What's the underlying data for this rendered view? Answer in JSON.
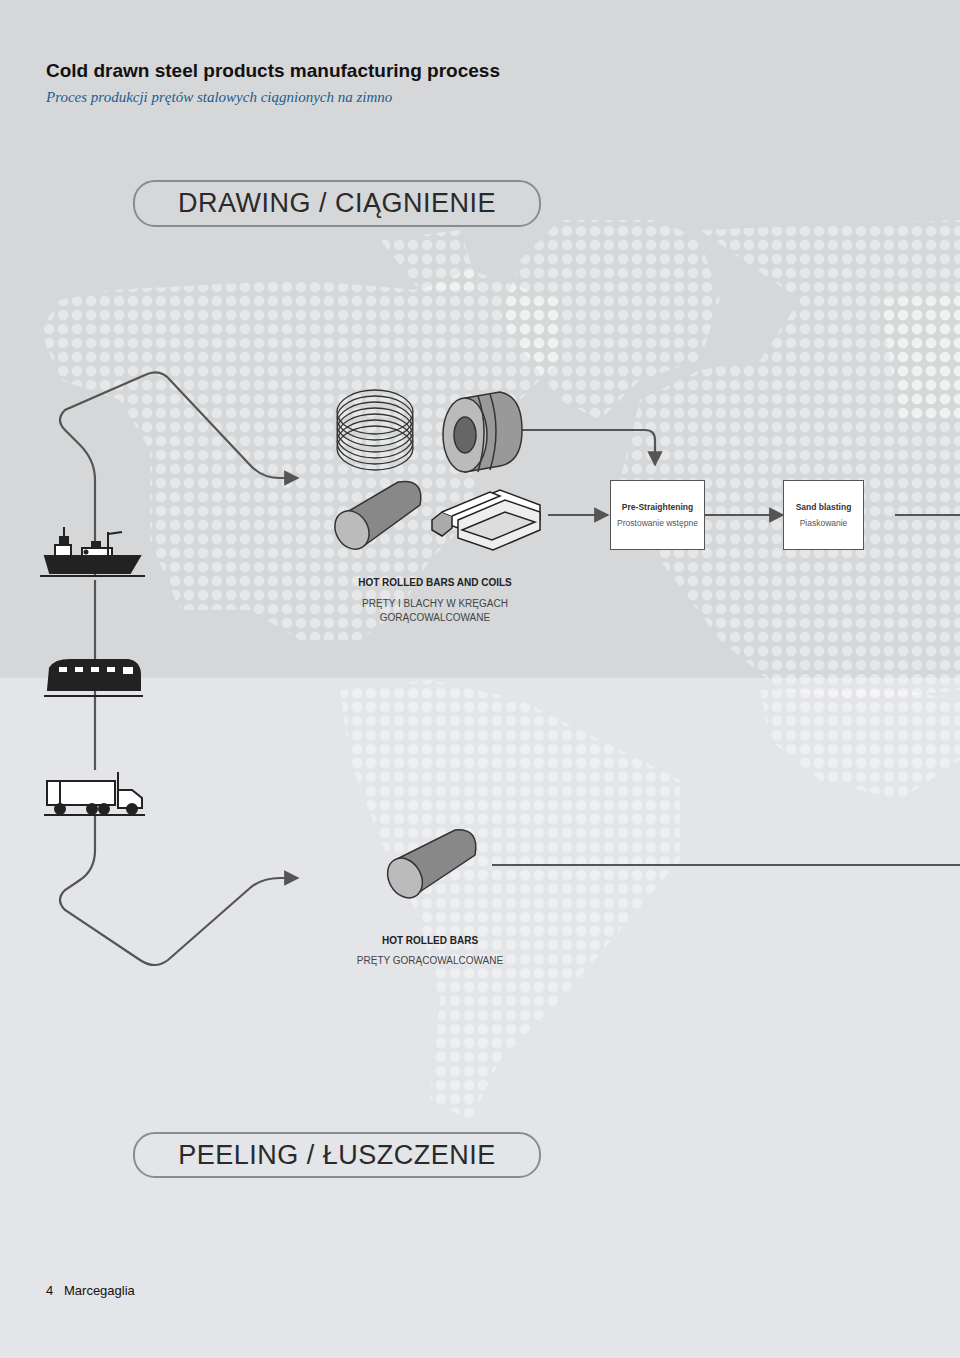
{
  "diagram": {
    "title": "Cold drawn steel products manufacturing process",
    "caption": "Proces produkcji prętów stalowych ciągnionych na zimno",
    "nodes": [
      {
        "text": [
          "DRAWING / CIĄGNIENIE"
        ]
      },
      {
        "text": [
          "Pre-Straightening",
          "Prostowanie wstępne"
        ]
      },
      {
        "text": [
          "Sand blasting",
          "Piaskowanie"
        ]
      },
      {
        "text": [
          "PEELING / ŁUSZCZENIE"
        ]
      }
    ],
    "edges": [
      {
        "from": 1,
        "to": 2,
        "arrow": "to"
      }
    ],
    "labels": [
      "HOT ROLLED BARS AND COILS",
      "PRĘTY I BLACHY W KRĘGACH GORĄCOWALCOWANE",
      "HOT ROLLED BARS",
      "PRĘTY GORĄCOWALCOWANE",
      "4",
      "Marcegaglia"
    ]
  }
}
